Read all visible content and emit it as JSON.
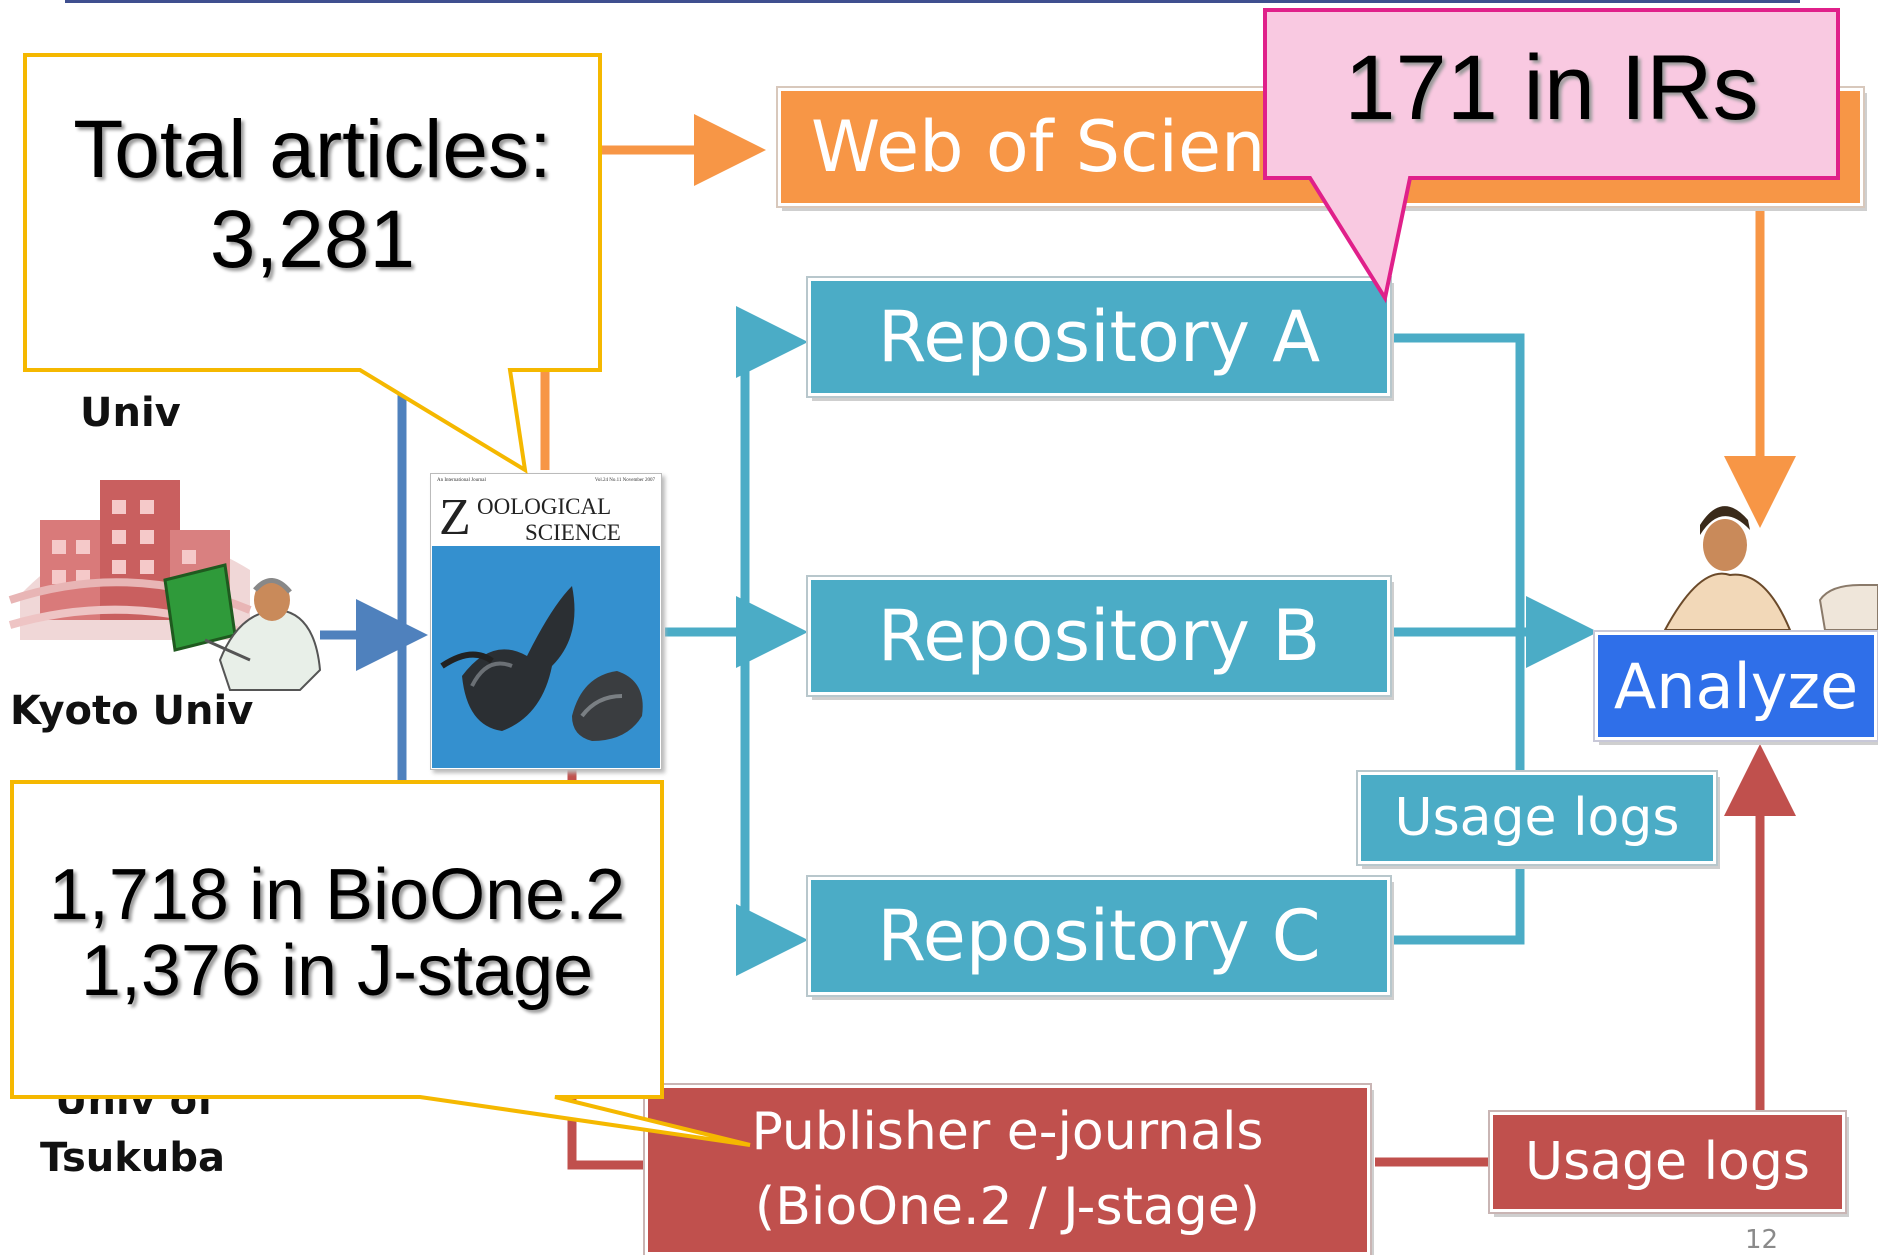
{
  "slide": {
    "page_number": "12",
    "top_rule_color": "#3f4f8f"
  },
  "nodes": {
    "web_of_science": "Web of Science",
    "repository_a": "Repository A",
    "repository_b": "Repository B",
    "repository_c": "Repository C",
    "analyze": "Analyze",
    "usage_logs_teal": "Usage logs",
    "publisher": {
      "line1": "Publisher e-journals",
      "line2": "(BioOne.2 / J-stage)"
    },
    "usage_logs_red": "Usage logs"
  },
  "labels": {
    "univ": "Univ",
    "kyoto_univ": "Kyoto Univ",
    "univ_of": "Univ of",
    "tsukuba": "Tsukuba"
  },
  "journal_cover": {
    "title_initial": "Z",
    "title_line1": "OOLOGICAL",
    "title_line2": "SCIENCE",
    "header_left": "An International Journal",
    "header_right": "Vol.24 No.11 November 2007"
  },
  "callouts": {
    "total": {
      "line1": "Total articles:",
      "line2": "3,281"
    },
    "irs": "171 in IRs",
    "bioone": {
      "line1": "1,718 in BioOne.2",
      "line2": "1,376 in J-stage"
    }
  },
  "colors": {
    "orange": "#f79646",
    "teal": "#4bacc6",
    "red": "#c0504d",
    "blue": "#2f6fe9",
    "navy": "#4f81bd",
    "callout_border": "#f5b800",
    "pink_fill": "#f9c9e1",
    "pink_border": "#e0208a"
  }
}
